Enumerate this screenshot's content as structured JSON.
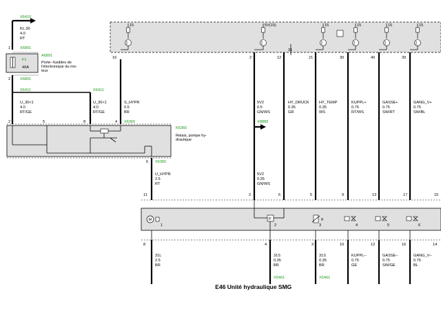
{
  "title": "E46 Unité hydraulique SMG",
  "top": {
    "x6410": "X6410",
    "kl30": "KL.30",
    "kl30_size": "4.0",
    "kl30_color": "RT",
    "pin1": "1",
    "x6891a": "X6891",
    "pin2": "2",
    "x6891b": "X6891"
  },
  "fuse": {
    "label": "F1",
    "rating": "40A",
    "ref": "A6891",
    "desc1": "Porte--fusibles de",
    "desc2": "l'électronique du mo-",
    "desc3": "teur"
  },
  "bus_left": {
    "x6411a": "X6411",
    "x6411b": "X6411",
    "w1_name": "U_30<1",
    "w1_size": "4.0",
    "w1_color": "RT/GE",
    "w2_name": "U_30<1",
    "w2_size": "4.0",
    "w2_color": "RT/GE"
  },
  "relay": {
    "ref": "K6360",
    "desc1": "Relais, pompe hy-",
    "desc2": "draulique",
    "conn_top": "X6360",
    "conn_bot": "X6360",
    "pin2": "2",
    "pin5": "5",
    "pin8": "8",
    "pin4": "4",
    "pin6": "6"
  },
  "shypr": {
    "name": "S_HYPR",
    "size": "0.5",
    "color": "BR"
  },
  "uhypr": {
    "name": "U_HYPR",
    "size": "2.5",
    "color": "RT"
  },
  "ecu_pins": [
    "16",
    "2",
    "12",
    "21",
    "30",
    "40",
    "39"
  ],
  "ecu_fuse_labels": [
    "15",
    "5V(15)",
    "15",
    "15",
    "15",
    "15"
  ],
  "ecu_pin31": "31",
  "x8889": "X8889",
  "wires_mid": [
    {
      "name": "5V2",
      "size": "0.5",
      "color": "GN/WS"
    },
    {
      "name": "HY_DRUCK",
      "size": "0.35",
      "color": "GR"
    },
    {
      "name": "HY_TEMP",
      "size": "0.35",
      "color": "WS"
    },
    {
      "name": "KUPPL+",
      "size": "0.75",
      "color": "RT/WS"
    },
    {
      "name": "GASSE+",
      "size": "0.75",
      "color": "SW/RT"
    },
    {
      "name": "GANG_V+",
      "size": "0.75",
      "color": "SW/BL"
    }
  ],
  "wire_5v2b": {
    "name": "5V2",
    "size": "0.35",
    "color": "GN/WS"
  },
  "unit_top_pins": [
    "11",
    "2",
    "6",
    "5",
    "9",
    "13",
    "17",
    "15"
  ],
  "unit_inner_labels": [
    "1",
    "2",
    "3",
    "4",
    "5",
    "6"
  ],
  "unit_bottom_pins": [
    "8",
    "4",
    "3",
    "10",
    "12",
    "16",
    "14"
  ],
  "wires_bottom": [
    {
      "name": "31L",
      "size": "2.5",
      "color": "BR"
    },
    {
      "name": "31S",
      "size": "0.35",
      "color": "BR"
    },
    {
      "name": "31S",
      "size": "0.35",
      "color": "BR"
    },
    {
      "name": "KUPPL--",
      "size": "0.75",
      "color": "GE"
    },
    {
      "name": "GASSE--",
      "size": "0.75",
      "color": "SW/GE"
    },
    {
      "name": "GANG_V--",
      "size": "0.75",
      "color": "BL"
    }
  ],
  "x5461a": "X5461",
  "x5461b": "X5461"
}
